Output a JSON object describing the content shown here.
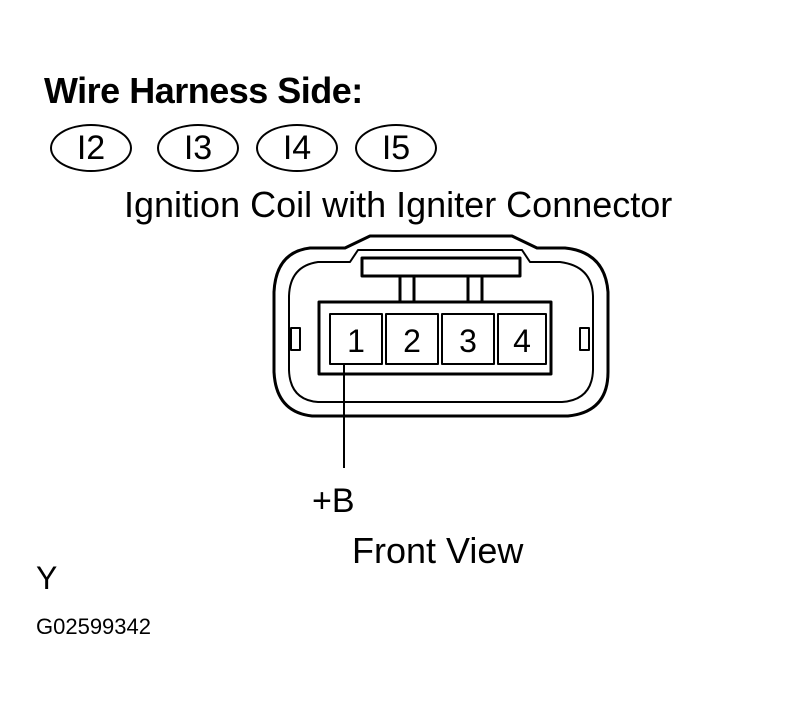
{
  "heading": "Wire Harness Side:",
  "connector_codes": [
    "I2",
    "I3",
    "I4",
    "I5"
  ],
  "connector_name": "Ignition Coil with Igniter Connector",
  "pins": [
    "1",
    "2",
    "3",
    "4"
  ],
  "terminal_label": "+B",
  "view_label": "Front View",
  "corner_letter": "Y",
  "figure_code": "G02599342"
}
